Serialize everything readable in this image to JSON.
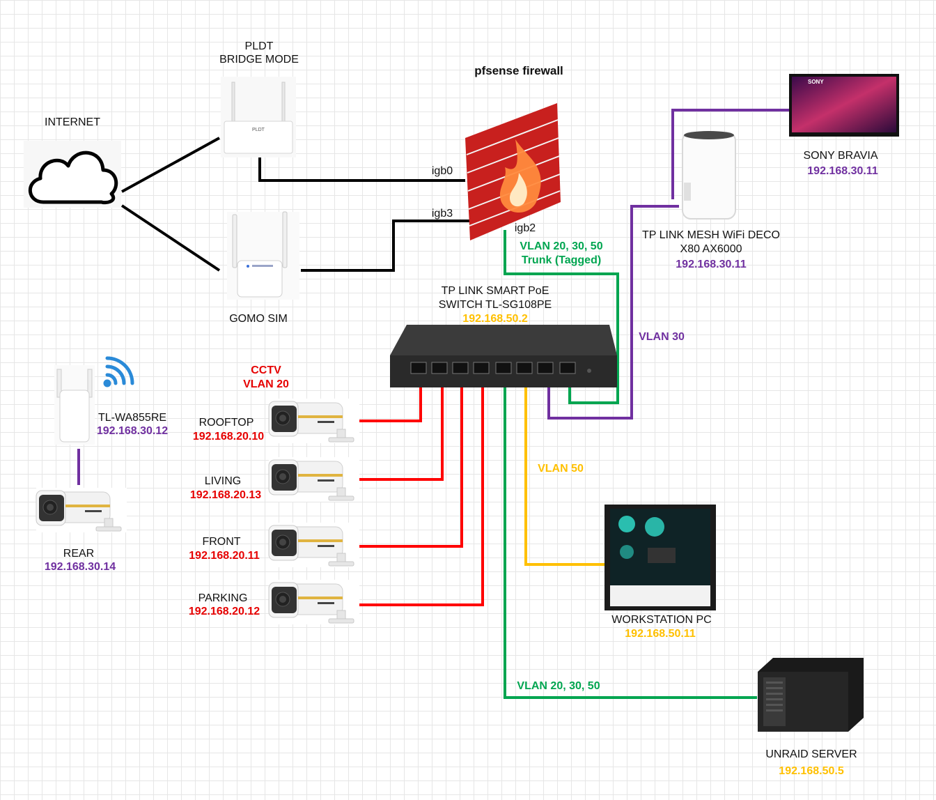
{
  "colors": {
    "wan": "#000000",
    "vlan20": "#ff0000",
    "vlan30": "#7030a0",
    "vlan50": "#ffc000",
    "trunk": "#00a550"
  },
  "nodes": {
    "internet": {
      "label": "INTERNET",
      "icon": "cloud-icon"
    },
    "pldt": {
      "label_line1": "PLDT",
      "label_line2": "BRIDGE MODE",
      "icon": "router-icon",
      "logo": "PLDT"
    },
    "gomo": {
      "label": "GOMO SIM",
      "icon": "router-icon"
    },
    "firewall": {
      "label": "pfsense firewall",
      "icon": "firewall-icon"
    },
    "switch": {
      "label_line1": "TP LINK SMART PoE",
      "label_line2": "SWITCH TL-SG108PE",
      "ip": "192.168.50.2",
      "icon": "switch-icon"
    },
    "deco": {
      "label_line1": "TP LINK MESH WiFi DECO",
      "label_line2": "X80 AX6000",
      "ip": "192.168.30.11",
      "icon": "mesh-router-icon"
    },
    "tv": {
      "label": "SONY BRAVIA",
      "ip": "192.168.30.11",
      "icon": "tv-icon",
      "brand": "SONY"
    },
    "extender": {
      "label": "TL-WA855RE",
      "ip": "192.168.30.12",
      "icon": "range-extender-icon"
    },
    "rear": {
      "label": "REAR",
      "ip": "192.168.30.14",
      "icon": "cctv-camera-icon"
    },
    "workstation": {
      "label": "WORKSTATION PC",
      "ip": "192.168.50.11",
      "icon": "pc-tower-icon"
    },
    "unraid": {
      "label": "UNRAID SERVER",
      "ip": "192.168.50.5",
      "icon": "server-icon"
    }
  },
  "cameras": [
    {
      "label": "ROOFTOP",
      "ip": "192.168.20.10"
    },
    {
      "label": "LIVING",
      "ip": "192.168.20.13"
    },
    {
      "label": "FRONT",
      "ip": "192.168.20.11"
    },
    {
      "label": "PARKING",
      "ip": "192.168.20.12"
    }
  ],
  "links": {
    "igb0": "igb0",
    "igb3": "igb3",
    "igb2": "igb2",
    "trunk_line1": "VLAN 20, 30, 50",
    "trunk_line2": "Trunk (Tagged)",
    "vlan30": "VLAN 30",
    "vlan50": "VLAN 50",
    "cctv_line1": "CCTV",
    "cctv_line2": "VLAN 20",
    "server_vlans": "VLAN 20, 30, 50"
  }
}
